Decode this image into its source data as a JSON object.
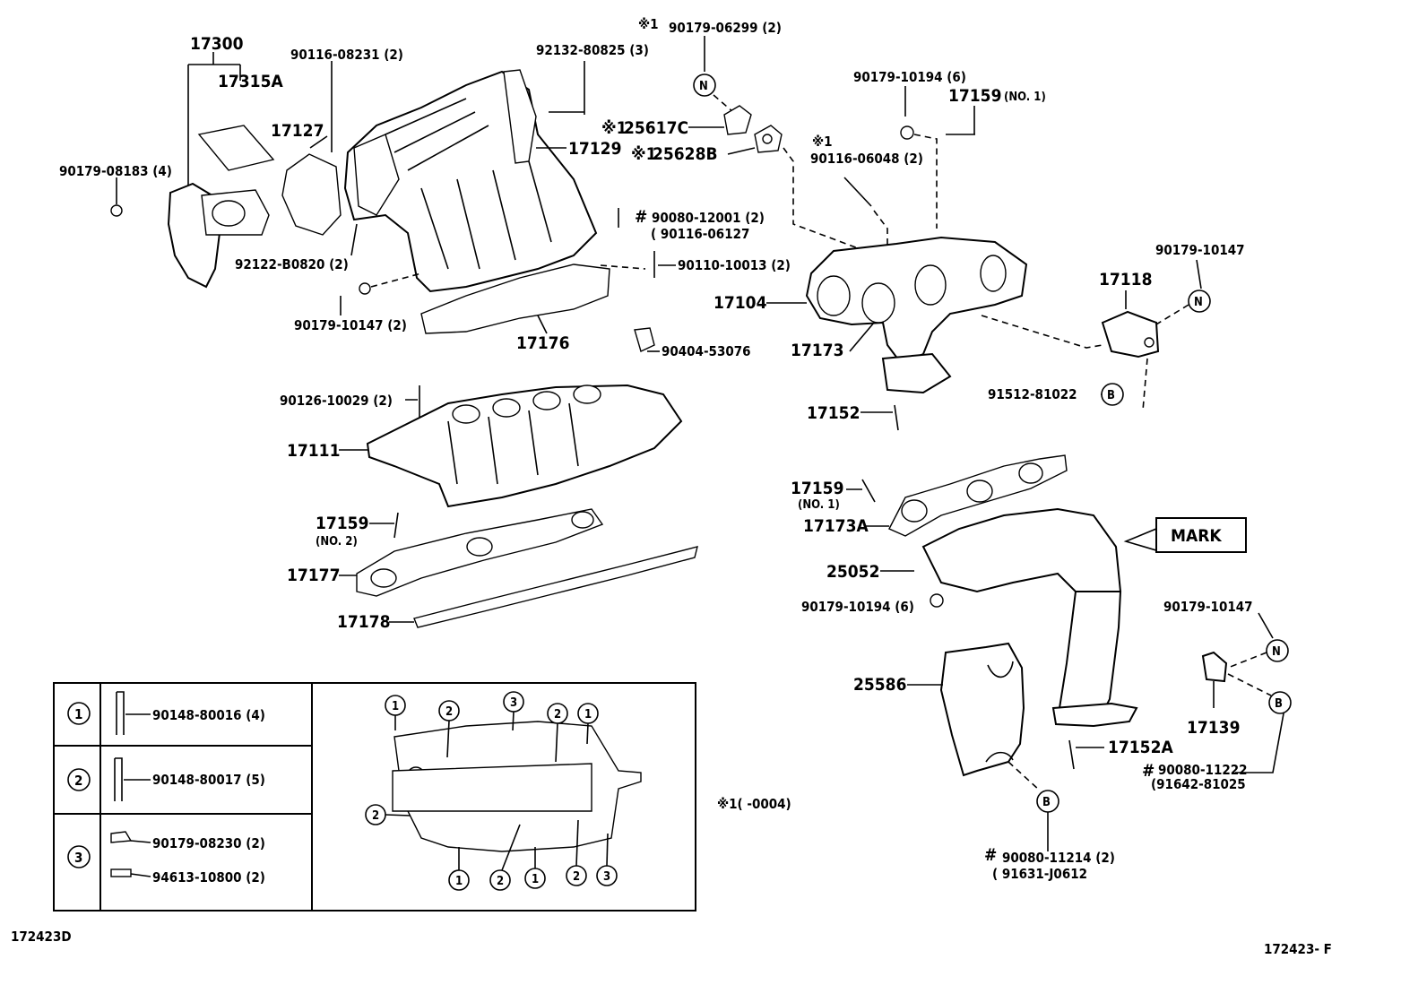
{
  "labels": {
    "p17300": "17300",
    "p17315A": "17315A",
    "p90179_08183": "90179-08183 (4)",
    "p90116_08231": "90116-08231 (2)",
    "p17127": "17127",
    "p92132_80825": "92132-80825 (3)",
    "p17129": "17129",
    "p92122_B0820": "92122-B0820 (2)",
    "p90179_10147_2": "90179-10147 (2)",
    "p17176": "17176",
    "p90080_12001": "90080-12001 (2)",
    "p90116_06127": "( 90116-06127",
    "p90110_10013": "90110-10013 (2)",
    "p90404_53076": "90404-53076",
    "p90179_06299": "90179-06299 (2)",
    "p25617C": "25617C",
    "p25628B": "25628B",
    "p90179_10194_top": "90179-10194 (6)",
    "p17159_top": "17159",
    "p17159_top_no": "(NO. 1)",
    "p90116_06048": "90116-06048 (2)",
    "p17104": "17104",
    "p17173": "17173",
    "p17152": "17152",
    "p90179_10147_right": "90179-10147",
    "p17118": "17118",
    "p91512_81022": "91512-81022",
    "p90126_10029": "90126-10029 (2)",
    "p17111": "17111",
    "p17159_no2": "17159",
    "p17159_no2_sub": "(NO. 2)",
    "p17177": "17177",
    "p17178": "17178",
    "p17159_mid": "17159",
    "p17159_mid_no": "(NO. 1)",
    "p17173A": "17173A",
    "p25052": "25052",
    "p90179_10194_mid": "90179-10194 (6)",
    "mark": "MARK",
    "p25586": "25586",
    "p17152A": "17152A",
    "p90179_10147_low": "90179-10147",
    "p17139": "17139",
    "p90080_11222": "90080-11222",
    "p91642_81025": "(91642-81025",
    "p90080_11214": "90080-11214 (2)",
    "p91631_J0612": "( 91631-J0612",
    "note_ref": "※1(      -0004)",
    "fig_code_left": "172423D",
    "fig_code_right": "172423- F"
  },
  "marks": {
    "asterisk1": "※1",
    "hash": "#",
    "n": "N",
    "b": "B"
  },
  "legend": {
    "rows": [
      {
        "num": "1",
        "parts": [
          "90148-80016 (4)"
        ]
      },
      {
        "num": "2",
        "parts": [
          "90148-80017 (5)"
        ]
      },
      {
        "num": "3",
        "parts": [
          "90179-08230 (2)",
          "94613-10800 (2)"
        ]
      }
    ],
    "bolt_refs": {
      "r1": "1",
      "r2": "2",
      "r3": "3"
    }
  }
}
